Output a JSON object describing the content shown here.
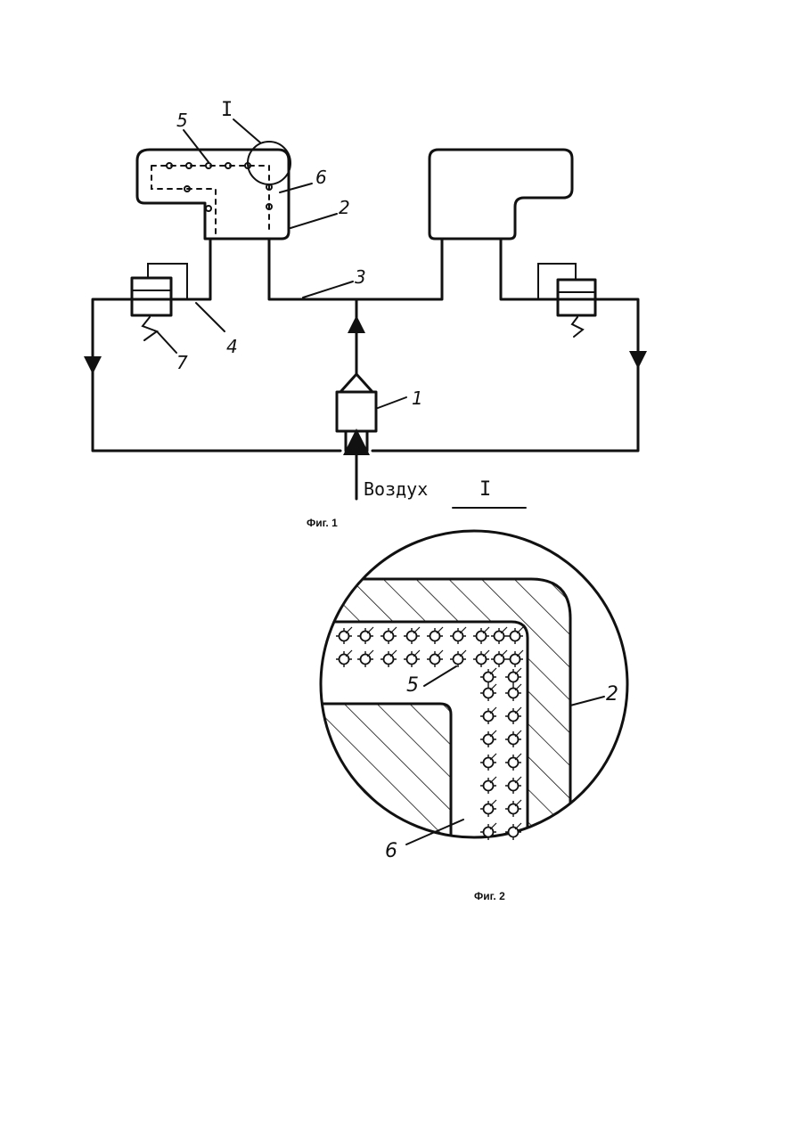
{
  "figure1": {
    "caption": "Фиг. 1",
    "air_label": "Воздух",
    "detail_label": "I",
    "detail_ref": "I",
    "callouts": [
      "5",
      "6",
      "2",
      "3",
      "4",
      "7",
      "1"
    ]
  },
  "figure2": {
    "caption": "Фиг. 2",
    "callouts": [
      "5",
      "2",
      "6"
    ]
  }
}
